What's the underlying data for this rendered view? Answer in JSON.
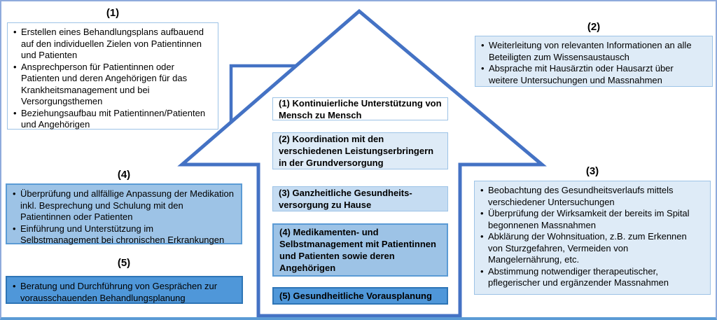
{
  "palette": {
    "house_outline": "#4472C4",
    "canvas_border": "#8FAADC",
    "canvas_border_bottom": "#5B9BD5",
    "box_white_fill": "#FFFFFF",
    "box_light_blue_fill": "#DEEBF7",
    "box_step3_fill": "#C5DCF2",
    "box_mid_blue_fill": "#9DC3E6",
    "box_dark_blue_fill": "#4F97D9",
    "box_light_border": "#9DC3E6",
    "box_mid_border": "#5B9BD5",
    "box_dark_border": "#2E75B6",
    "text_color": "#000000"
  },
  "outer_boxes": [
    {
      "label": "(1)",
      "bullets": [
        "Erstellen eines Behandlungsplans aufbauend auf den individuellen Zielen von Patientinnen und Patienten",
        "Ansprechperson für Patientinnen oder Patienten und deren Angehörigen für das Krankheitsmanagement und bei Versorgungsthemen",
        "Beziehungsaufbau mit Patientinnen/Patienten und Angehörigen"
      ]
    },
    {
      "label": "(2)",
      "bullets": [
        "Weiterleitung von relevanten Informationen an alle Beteiligten zum Wissensaustausch",
        "Absprache mit Hausärztin oder Hausarzt über weitere Untersuchungen und Massnahmen"
      ]
    },
    {
      "label": "(3)",
      "bullets": [
        "Beobachtung des Gesundheitsverlaufs mittels verschiedener Untersuchungen",
        "Überprüfung der Wirksamkeit der bereits im Spital begonnenen Massnahmen",
        "Abklärung der Wohnsituation, z.B. zum Erkennen von Sturzgefahren, Vermeiden von Mangelernährung, etc.",
        "Abstimmung notwendiger therapeutischer, pflegerischer und ergänzender Massnahmen"
      ]
    },
    {
      "label": "(4)",
      "bullets": [
        "Überprüfung und allfällige Anpassung der Medikation inkl. Besprechung und Schulung mit den Patientinnen oder Patienten",
        "Einführung und Unterstützung im Selbstmanagement bei chronischen Erkrankungen"
      ]
    },
    {
      "label": "(5)",
      "bullets": [
        "Beratung und Durchführung von Gesprächen zur vorausschauenden Behandlungsplanung"
      ]
    }
  ],
  "house_steps": [
    {
      "text": "(1) Kontinuierliche Unterstützung von Mensch zu Mensch"
    },
    {
      "text": "(2) Koordination mit den verschiedenen Leistungserbringern in der Grundversorgung"
    },
    {
      "text": "(3) Ganzheitliche Gesundheits-versorgung zu Hause"
    },
    {
      "text": "(4) Medikamenten- und Selbstmanagement mit Patientinnen und Patienten sowie deren Angehörigen"
    },
    {
      "text": "(5) Gesundheitliche Vorausplanung"
    }
  ]
}
